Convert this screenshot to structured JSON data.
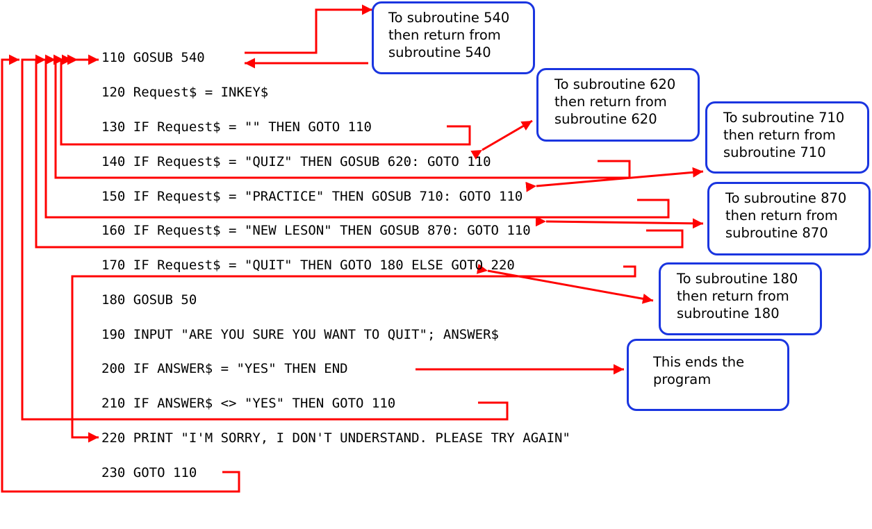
{
  "code_lines": [
    {
      "id": "110",
      "text": "110 GOSUB 540"
    },
    {
      "id": "120",
      "text": "120 Request$ = INKEY$"
    },
    {
      "id": "130",
      "text": "130 IF Request$ = \"\" THEN GOTO 110"
    },
    {
      "id": "140",
      "text": "140 IF Request$ = \"QUIZ\" THEN GOSUB 620: GOTO 110"
    },
    {
      "id": "150",
      "text": "150 IF Request$ = \"PRACTICE\" THEN GOSUB 710: GOTO 110"
    },
    {
      "id": "160",
      "text": "160 IF Request$ = \"NEW LESON\" THEN GOSUB 870: GOTO 110"
    },
    {
      "id": "170",
      "text": "170 IF Request$ = \"QUIT\" THEN GOTO 180 ELSE GOTO 220"
    },
    {
      "id": "180",
      "text": "180 GOSUB 50"
    },
    {
      "id": "190",
      "text": "190 INPUT \"ARE YOU SURE YOU WANT TO QUIT\"; ANSWER$"
    },
    {
      "id": "200",
      "text": "200 IF ANSWER$ = \"YES\" THEN END"
    },
    {
      "id": "210",
      "text": "210 IF ANSWER$ <> \"YES\" THEN GOTO 110"
    },
    {
      "id": "220",
      "text": "220 PRINT \"I'M SORRY, I DON'T UNDERSTAND. PLEASE TRY AGAIN\""
    },
    {
      "id": "230",
      "text": "230 GOTO 110"
    }
  ],
  "notes": [
    {
      "id": "sub-540",
      "text": "To subroutine 540\nthen return from\nsubroutine 540"
    },
    {
      "id": "sub-620",
      "text": "To subroutine 620\nthen return from\nsubroutine 620"
    },
    {
      "id": "sub-710",
      "text": "To subroutine 710\nthen return from\nsubroutine 710"
    },
    {
      "id": "sub-870",
      "text": "To subroutine 870\nthen return from\nsubroutine 870"
    },
    {
      "id": "sub-180",
      "text": "To subroutine 180\nthen return from\nsubroutine 180"
    },
    {
      "id": "ends",
      "text": "This ends the\nprogram"
    }
  ],
  "colors": {
    "code_text": "#000000",
    "flow_arrow": "#ff0000",
    "note_border": "#1a35e0"
  }
}
